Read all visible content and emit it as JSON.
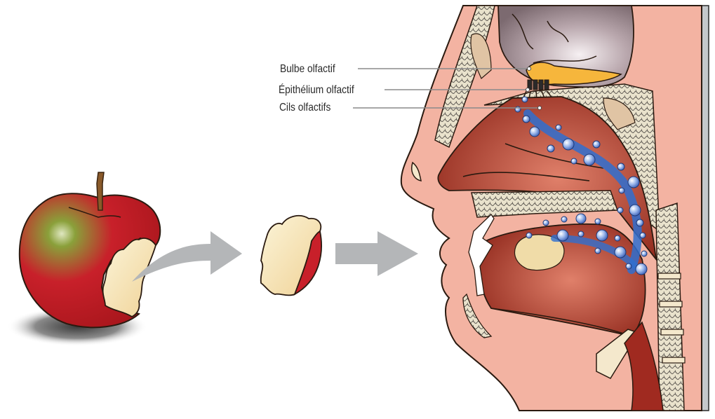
{
  "diagram": {
    "subject": "olfaction-retronasal-pathway",
    "labels": [
      {
        "id": "bulbe",
        "text": "Bulbe olfactif"
      },
      {
        "id": "epithelium",
        "text": "Épithélium olfactif"
      },
      {
        "id": "cils",
        "text": "Cils olfactifs"
      }
    ],
    "stages": [
      "bitten-apple",
      "apple-piece",
      "head-cross-section"
    ],
    "colors": {
      "arrow": "#b4b6b8",
      "apple_red": "#c8202a",
      "apple_green": "#8aa03a",
      "flesh": "#f4e3b4",
      "skin": "#f3b3a2",
      "cavity": "#b8443a",
      "bulb": "#f6b63c",
      "brain": "#b9a7ad",
      "odor_flow": "#2f6fd0",
      "molecule": "#9cb8ec",
      "bone_texture": "#e9e2cc",
      "leader_line": "#8a8a8a"
    }
  }
}
